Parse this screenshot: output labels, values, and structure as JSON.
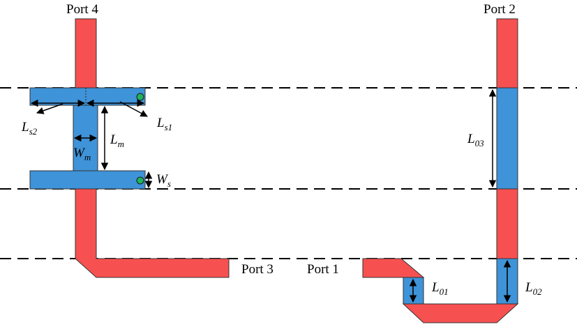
{
  "colors": {
    "line_segment": "#f75050",
    "blue_segment": "#3f93d8",
    "outline": "#333333",
    "via": "#21b35a",
    "dashed_line": "#000000"
  },
  "ports": {
    "port1": "Port 1",
    "port2": "Port 2",
    "port3": "Port 3",
    "port4": "Port 4"
  },
  "dimensions": {
    "ls2": {
      "main": "L",
      "sub": "s2"
    },
    "ls1": {
      "main": "L",
      "sub": "s1"
    },
    "lm": {
      "main": "L",
      "sub": "m"
    },
    "wm": {
      "main": "W",
      "sub": "m"
    },
    "ws": {
      "main": "W",
      "sub": "s"
    },
    "l03": {
      "main": "L",
      "sub": "03"
    },
    "l01": {
      "main": "L",
      "sub": "01"
    },
    "l02": {
      "main": "L",
      "sub": "02"
    }
  }
}
